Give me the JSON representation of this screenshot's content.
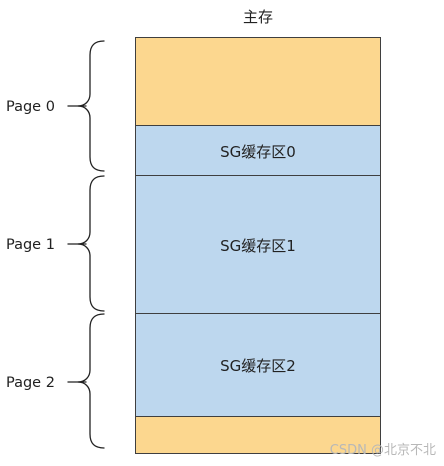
{
  "memory": {
    "title": "主存",
    "blocks": [
      {
        "label": "",
        "kind": "other",
        "color": "#fcd78f"
      },
      {
        "label": "SG缓存区0",
        "kind": "sg-buffer",
        "color": "#bdd7ee"
      },
      {
        "label": "SG缓存区1",
        "kind": "sg-buffer",
        "color": "#bdd7ee"
      },
      {
        "label": "SG缓存区2",
        "kind": "sg-buffer",
        "color": "#bdd7ee"
      },
      {
        "label": "",
        "kind": "other",
        "color": "#fcd78f"
      }
    ]
  },
  "pages": [
    {
      "label": "Page 0"
    },
    {
      "label": "Page 1"
    },
    {
      "label": "Page 2"
    }
  ],
  "watermark": "CSDN @北京不北"
}
